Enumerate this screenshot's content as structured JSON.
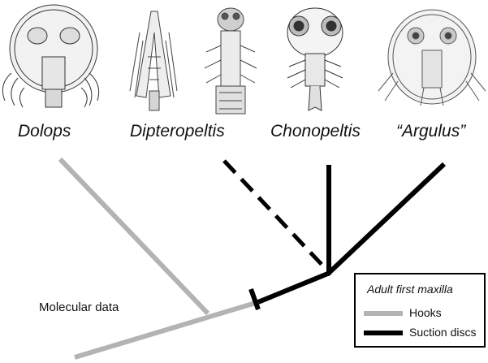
{
  "taxa": [
    {
      "label": "Dolops",
      "illustration": "dolops-larva-ventral-illustration"
    },
    {
      "label": "Dipteropeltis",
      "illustration": "dipteropeltis-larva-illustration"
    },
    {
      "label": "Chonopeltis",
      "illustration": "chonopeltis-larva-illustration"
    },
    {
      "label": "“Argulus”",
      "illustration": "argulus-larva-illustration"
    }
  ],
  "caption": "Molecular data",
  "legend": {
    "title": "Adult first maxilla",
    "items": [
      {
        "label": "Hooks",
        "color": "#b3b3b3"
      },
      {
        "label": "Suction discs",
        "color": "#000000"
      }
    ]
  },
  "tree": {
    "branch_states": {
      "dolops": "hooks",
      "dipteropeltis": "uncertain (dashed)",
      "chonopeltis": "suction discs",
      "argulus": "suction discs",
      "stem": "hooks then suction discs"
    },
    "colors": {
      "hooks": "#b3b3b3",
      "suction": "#000000"
    }
  }
}
